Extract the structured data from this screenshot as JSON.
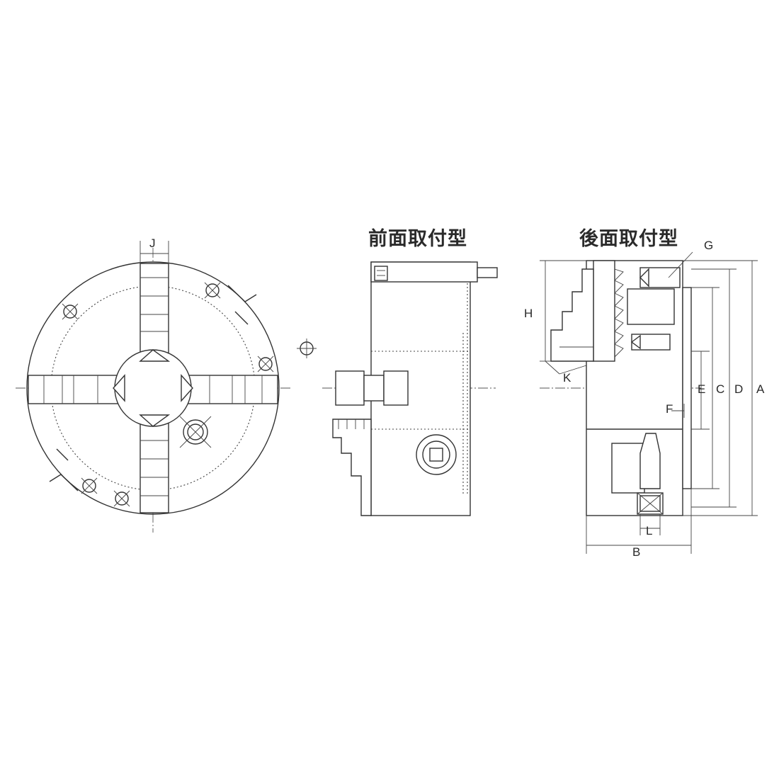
{
  "titles": {
    "front": "前面取付型",
    "rear": "後面取付型"
  },
  "dimension_labels": {
    "J": "J",
    "H": "H",
    "K": "K",
    "G": "G",
    "E": "E",
    "C": "C",
    "D": "D",
    "A": "A",
    "F": "F",
    "L": "L",
    "B": "B"
  },
  "colors": {
    "line": "#333333",
    "background": "#ffffff"
  }
}
